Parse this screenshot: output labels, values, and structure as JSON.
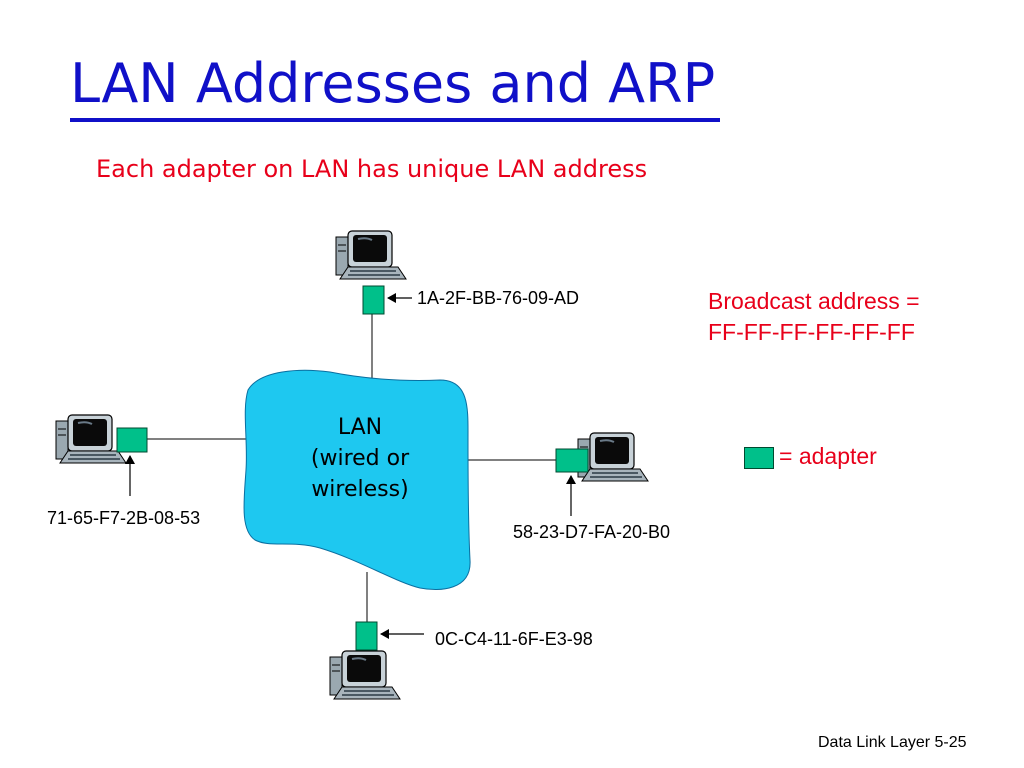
{
  "slide": {
    "title": "LAN Addresses and ARP",
    "subtitle": "Each adapter on LAN has unique LAN address",
    "footer": "Data Link Layer  5-25"
  },
  "lan_cloud": {
    "line1": "LAN",
    "line2": "(wired or",
    "line3": "wireless)"
  },
  "addresses": {
    "top": "1A-2F-BB-76-09-AD",
    "left": "71-65-F7-2B-08-53",
    "right": "58-23-D7-FA-20-B0",
    "bottom": "0C-C4-11-6F-E3-98"
  },
  "broadcast": {
    "line1": "Broadcast address =",
    "line2": "FF-FF-FF-FF-FF-FF"
  },
  "legend": {
    "label": "= adapter"
  },
  "colors": {
    "title": "#1010c8",
    "accent_red": "#e8001a",
    "cloud": "#1ec8f0",
    "adapter": "#00c08a"
  }
}
